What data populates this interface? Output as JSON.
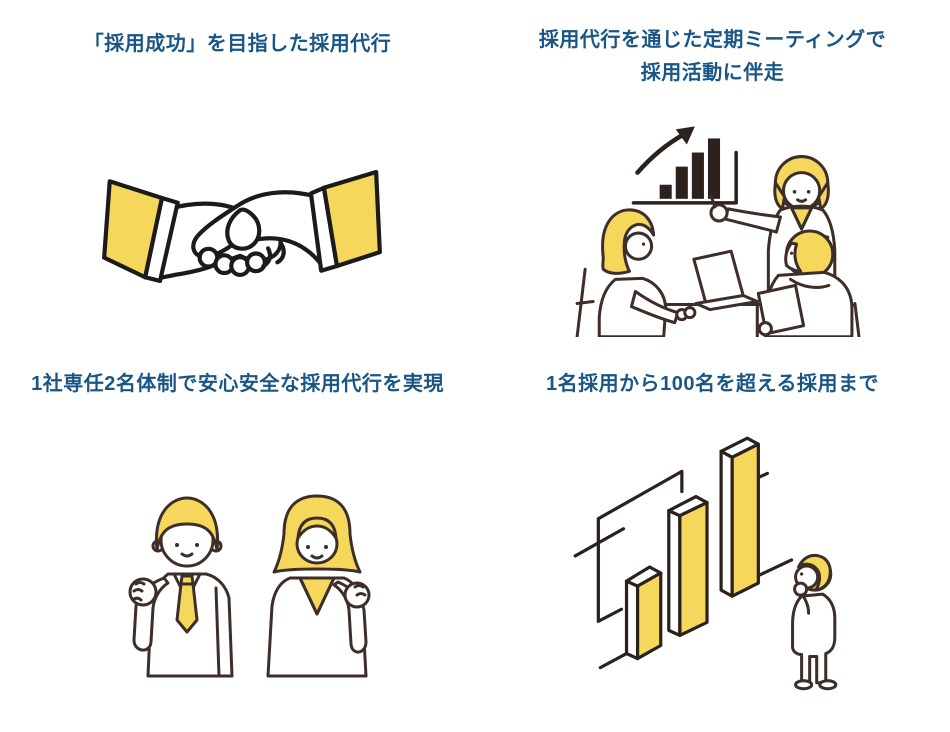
{
  "theme": {
    "heading_color": "#1A5685",
    "accent_yellow": "#F5D75B",
    "outline_hand": "#1B1B1B",
    "outline_dark": "#2B211D",
    "outline_people": "#3E2E28",
    "chart_bar_color": "#2B211D",
    "background": "#FFFFFF"
  },
  "features": [
    {
      "title": "「採用成功」を目指した採用代行",
      "illustration": "handshake-illustration"
    },
    {
      "title": "採用代行を通じた定期ミーティングで\n採用活動に伴走",
      "illustration": "meeting-presentation-illustration"
    },
    {
      "title": "1社専任2名体制で安心安全な採用代行を実現",
      "illustration": "two-recruiters-illustration"
    },
    {
      "title": "1名採用から100名を超える採用まで",
      "illustration": "isometric-growth-chart-illustration"
    }
  ]
}
